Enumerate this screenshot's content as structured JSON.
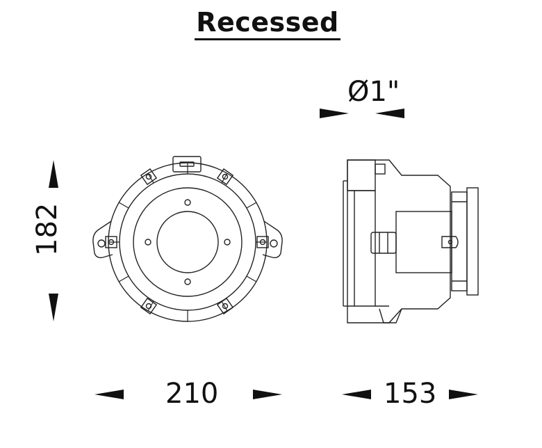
{
  "title": "Recessed",
  "dimensions": {
    "width": "210",
    "height": "182",
    "depth": "153",
    "conduit": "Ø1\""
  },
  "colors": {
    "line": "#222222",
    "arrow": "#111111",
    "background": "#ffffff"
  }
}
